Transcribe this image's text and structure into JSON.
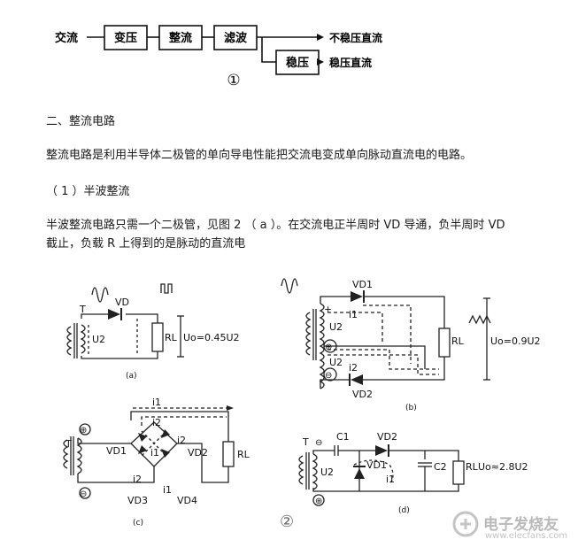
{
  "flow": {
    "input": "交流",
    "blocks": [
      "变压",
      "整流",
      "滤波",
      "稳压"
    ],
    "out_unstable": "不稳压直流",
    "out_stable": "稳压直流",
    "label": "①"
  },
  "section": {
    "heading": "二、整流电路",
    "intro": "整流电路是利用半导体二极管的单向导电性能把交流电变成单向脉动直流电的电路。",
    "sub_heading": "（ 1 ）半波整流",
    "body_line1": "半波整流电路只需一个二极管，见图 2 （ a ）。在交流电正半周时 VD 导通，负半周时 VD",
    "body_line2": "截止，负载 R 上得到的是脉动的直流电"
  },
  "figures": {
    "a": {
      "T": "T",
      "VD": "VD",
      "U2": "U2",
      "RL": "RL",
      "Uo": "Uo=0.45U2",
      "caption": "(a)"
    },
    "b": {
      "VD1": "VD1",
      "VD2": "VD2",
      "i1": "i1",
      "i2": "i2",
      "U2a": "U2",
      "U2b": "U2",
      "RL": "RL",
      "Uo": "Uo=0.9U2",
      "plus_top": "+",
      "plus_circle": "⊕",
      "minus_circle": "⊖",
      "caption": "(b)"
    },
    "c": {
      "T": "T",
      "i1_top": "i1",
      "i2_top": "i2",
      "VD1": "VD1",
      "VD2": "VD2",
      "VD3": "VD3",
      "VD4": "VD4",
      "i2_mid": "i2",
      "i1_mid": "i1",
      "i1_bot": "i1",
      "i2_bot": "i2",
      "RL": "RL",
      "plus": "⊕",
      "minus": "⊖",
      "caption": "(c)"
    },
    "d": {
      "T": "T",
      "C1": "C1",
      "VD2": "VD2",
      "VD1": "VD1",
      "C2": "C2",
      "U2": "U2",
      "i1": "i1",
      "RL": "RL",
      "Uo": "Uo≈2.8U2",
      "minus": "⊖",
      "plus": "⊕",
      "caption": "(d)"
    },
    "fig_label": "②"
  },
  "watermark": {
    "text": "电子发烧友",
    "url": "www.elecfans.com"
  }
}
